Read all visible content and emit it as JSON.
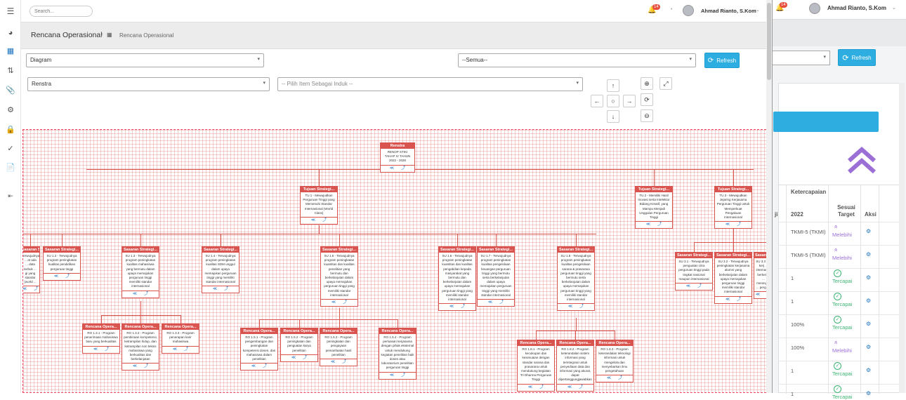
{
  "bg": {
    "badge": "14",
    "user_name": "Ahmad Rianto, S.Kom",
    "refresh_label": "Refresh",
    "table_headers": [
      "Ketercapaian",
      "2022",
      "Sesuai Target",
      "Aksi"
    ],
    "partial_header": "ji",
    "rows": [
      {
        "val": "TKMI-5 (TKMI)",
        "status": "Melebihi",
        "kind": "up"
      },
      {
        "val": "TKMI-5 (TKMI)",
        "status": "Melebihi",
        "kind": "up"
      },
      {
        "val": "1",
        "status": "Tercapai",
        "kind": "ok"
      },
      {
        "val": "1",
        "status": "Tercapai",
        "kind": "ok"
      },
      {
        "val": "100%",
        "status": "Tercapai",
        "kind": "ok"
      },
      {
        "val": "100%",
        "status": "Melebihi",
        "kind": "up"
      },
      {
        "val": "1",
        "status": "Tercapai",
        "kind": "ok"
      },
      {
        "val": "1",
        "status": "Tercapai",
        "kind": "ok"
      }
    ]
  },
  "topnav": {
    "search_placeholder": "Search...",
    "badge": "14",
    "user_name": "Ahmad Rianto, S.Kom"
  },
  "breadcrumb": {
    "title": "Rencana Operasional",
    "sep": "/",
    "item": "Rencana Operasional"
  },
  "filters": {
    "view": "Diagram",
    "semua": "--Semua--",
    "refresh_label": "Refresh",
    "level": "Renstra",
    "parent_placeholder": "-- Pilih Item Sebagai Induk --"
  },
  "nodes": [
    {
      "id": "n-renstra",
      "title": "Renstra",
      "text": "RENOP STIKI TAHAP IV TAHUN 2022 - 2026"
    },
    {
      "id": "n-tu1",
      "title": "Tujuan Strategi...",
      "text": "TU.1 - Mewujudkan Perguruan Tinggi yang Memenuhi Standar Internasional (World Class)"
    },
    {
      "id": "n-tu2",
      "title": "Tujuan Strategi...",
      "text": "TU.2 - Memiliki Hasil Inovasi serta Intelektor Bidang Kreatif, yang Mampu Menjadi Unggulan Perguruan Tinggi"
    },
    {
      "id": "n-tu3",
      "title": "Tujuan Strategi...",
      "text": "TU.3 - Mewujudkan Jejaring Kerjasama Perguruan Tinggi untuk Memperkuat Pengakuan Internasional"
    },
    {
      "id": "n-s0",
      "title": "Sasaran Strategi...",
      "text": "terwujudnya ... at ada ... data terbuk ... gi yang standar (world ..."
    },
    {
      "id": "n-s12",
      "title": "Sasaran Strategi...",
      "text": "SU 1.2 - Terwujudnya program peningkatan kualitas pendidikan perguruan tinggi"
    },
    {
      "id": "n-s13",
      "title": "Sasaran Strategi...",
      "text": "SU 1.3 - Terwujudnya program peningkatan kualitas mahasiswa yang bermutu dalam upaya memajukan perguruan tinggi memiliki standar internasional"
    },
    {
      "id": "n-s14",
      "title": "Sasaran Strategi...",
      "text": "SU 1.4 - Terwujudnya program peningkatan kualitas SDM unggul dalam upaya memajukan perguruan tinggi yang memiliki standar internasional"
    },
    {
      "id": "n-s15",
      "title": "Sasaran Strategi...",
      "text": "SU 1.5 - Terwujudnya program peningkatan kuantitas dan kualitas penelitian yang bermutu dan berkelanjutan dalam upaya memajukan perguruan tinggi yang memiliki standar internasional"
    },
    {
      "id": "n-s16",
      "title": "Sasaran Strategi...",
      "text": "SU 1.6 - Terwujudnya program peningkatan kuantitas dan kualitas pengabdian kepada masyarakat yang bermutu dan berkelanjutan dalam upaya memajukan perguruan tinggi yang memiliki standar internasional"
    },
    {
      "id": "n-s17",
      "title": "Sasaran Strategi...",
      "text": "SU 1.7 - Terwujudnya program peningkatan kualitas pengelolaan keuangan perguruan tinggi yang bermutu serta berkelanjutan dalam upaya memajukan perguruan tinggi yang memiliki standar internasional"
    },
    {
      "id": "n-s18",
      "title": "Sasaran Strategi...",
      "text": "SU 1.8 - Terwujudnya program peningkatan kualitas pengelolaan sarana & prasarana perguruan tinggi yang bermutu serta berkelanjutan dalam upaya memajukan perguruan tinggi yang memiliki standar internasional"
    },
    {
      "id": "n-s31",
      "title": "Sasaran Strategi...",
      "text": "SU 3.1 - Terwujudnya penguatan citra perguruan tinggi pada tingkat nasional maupun internasional"
    },
    {
      "id": "n-s32",
      "title": "Sasaran Strategi...",
      "text": "SU 3.2 - Terwujudnya peningkatan kerjasama alumni yang berkelanjutan dalam upaya memajukan perguruan tinggi memiliki standar internasional"
    },
    {
      "id": "n-s33",
      "title": "Sasaran Strategi...",
      "text": "SU 3.3 - ... kerj ... internas ... berkelan ... meningka ... perguru"
    },
    {
      "id": "n-ro131",
      "title": "Rencana Opera...",
      "text": "RO 1.3.1 - Program penerimaan mahasiswa baru yang berkualitas"
    },
    {
      "id": "n-ro132",
      "title": "Rencana Opera...",
      "text": "RO 1.3.2 - Program pembinaan kompetensi, ketrampilan hidup, dan ketrampilan non teknis mahasiswa yang berkualitas dan berkelanjutan"
    },
    {
      "id": "n-ro133",
      "title": "Rencana Opera...",
      "text": "RO 1.3.3 - Program penerapan karir mahasiswa"
    },
    {
      "id": "n-ro151",
      "title": "Rencana Opera...",
      "text": "RO 1.5.1 - Program pengembangan dan peningkatan kompetensi dosen, dan mahasiswa dalam penelitian"
    },
    {
      "id": "n-ro152",
      "title": "Rencana Opera...",
      "text": "RO 1.5.2 - Program peningkatan dan penguatan karya penelitian"
    },
    {
      "id": "n-ro153",
      "title": "Rencana Opera...",
      "text": "RO 1.5.3 - Program peningkatan dan pengayaan pemanfaatan hasil penelitian"
    },
    {
      "id": "n-ro154",
      "title": "Rencana Opera...",
      "text": "RO 1.5.4 - Program perluasan kerjasama dengan pihak eksternal untuk mendukung kegiatan penelitian baik dosen atau laboratorium penelitian perguruan tinggi"
    },
    {
      "id": "n-ro181",
      "title": "Rencana Opera...",
      "text": "RO 1.8.1 - Program kecukupan dan kesesuaian dengan standar sarana dan prasarana untuk mendukung kegiatan Tri Dharma Perguruan Tinggi"
    },
    {
      "id": "n-ro182",
      "title": "Rencana Opera...",
      "text": "RO 1.8.2 - Program keterandalan sistem informasi yang terintegrasi untuk penyediaan data dan informasi yang akurat, dapat dipertanggungjawabkan"
    },
    {
      "id": "n-ro183",
      "title": "Rencana Opera...",
      "text": "RO 1.8.3 - Program keterandalan teknologi informasi untuk mengelola dan menyebarkan ilmu pengetahuan"
    }
  ],
  "colors": {
    "node": "#d9534f",
    "accent": "#2eaee0",
    "up": "#9b6fd6",
    "ok": "#3cb371"
  }
}
